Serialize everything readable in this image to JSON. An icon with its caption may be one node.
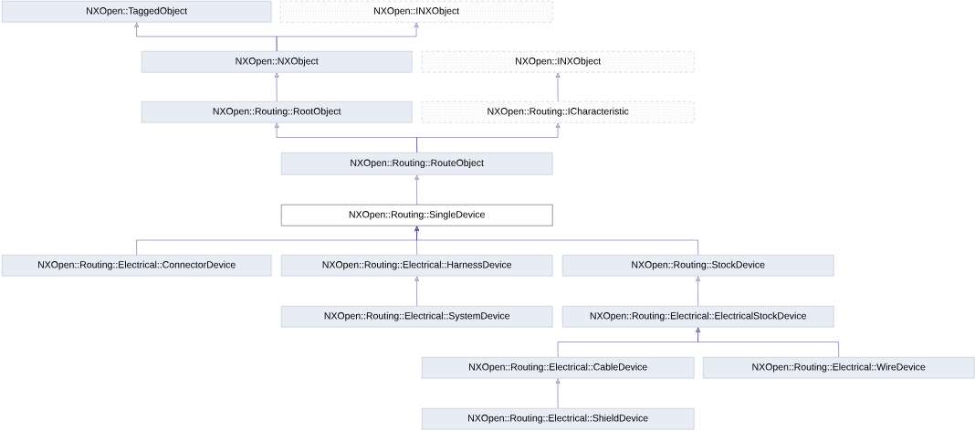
{
  "diagram": {
    "nodes": [
      {
        "text": [
          "NXOpen::TaggedObject"
        ]
      },
      {
        "text": [
          "NXOpen::INXObject"
        ]
      },
      {
        "text": [
          "NXOpen::NXObject"
        ]
      },
      {
        "text": [
          "NXOpen::INXObject"
        ]
      },
      {
        "text": [
          "NXOpen::Routing::RootObject"
        ]
      },
      {
        "text": [
          "NXOpen::Routing::ICharacteristic"
        ]
      },
      {
        "text": [
          "NXOpen::Routing::RouteObject"
        ]
      },
      {
        "text": [
          "NXOpen::Routing::SingleDevice"
        ]
      },
      {
        "text": [
          "NXOpen::Routing::Electrical::ConnectorDevice"
        ]
      },
      {
        "text": [
          "NXOpen::Routing::Electrical::HarnessDevice"
        ]
      },
      {
        "text": [
          "NXOpen::Routing::StockDevice"
        ]
      },
      {
        "text": [
          "NXOpen::Routing::Electrical::SystemDevice"
        ]
      },
      {
        "text": [
          "NXOpen::Routing::Electrical::ElectricalStockDevice"
        ]
      },
      {
        "text": [
          "NXOpen::Routing::Electrical::CableDevice"
        ]
      },
      {
        "text": [
          "NXOpen::Routing::Electrical::WireDevice"
        ]
      },
      {
        "text": [
          "NXOpen::Routing::Electrical::ShieldDevice"
        ]
      }
    ],
    "edges": [
      {
        "from": 2,
        "to": 0,
        "arrow": "to"
      },
      {
        "from": 2,
        "to": 1,
        "arrow": "to"
      },
      {
        "from": 4,
        "to": 2,
        "arrow": "to"
      },
      {
        "from": 5,
        "to": 3,
        "arrow": "to"
      },
      {
        "from": 6,
        "to": 4,
        "arrow": "to"
      },
      {
        "from": 6,
        "to": 5,
        "arrow": "to"
      },
      {
        "from": 7,
        "to": 6,
        "arrow": "to"
      },
      {
        "from": 8,
        "to": 7,
        "arrow": "to"
      },
      {
        "from": 9,
        "to": 7,
        "arrow": "to"
      },
      {
        "from": 10,
        "to": 7,
        "arrow": "to"
      },
      {
        "from": 11,
        "to": 9,
        "arrow": "to"
      },
      {
        "from": 12,
        "to": 10,
        "arrow": "to"
      },
      {
        "from": 13,
        "to": 12,
        "arrow": "to"
      },
      {
        "from": 14,
        "to": 12,
        "arrow": "to"
      },
      {
        "from": 15,
        "to": 13,
        "arrow": "to"
      }
    ]
  }
}
